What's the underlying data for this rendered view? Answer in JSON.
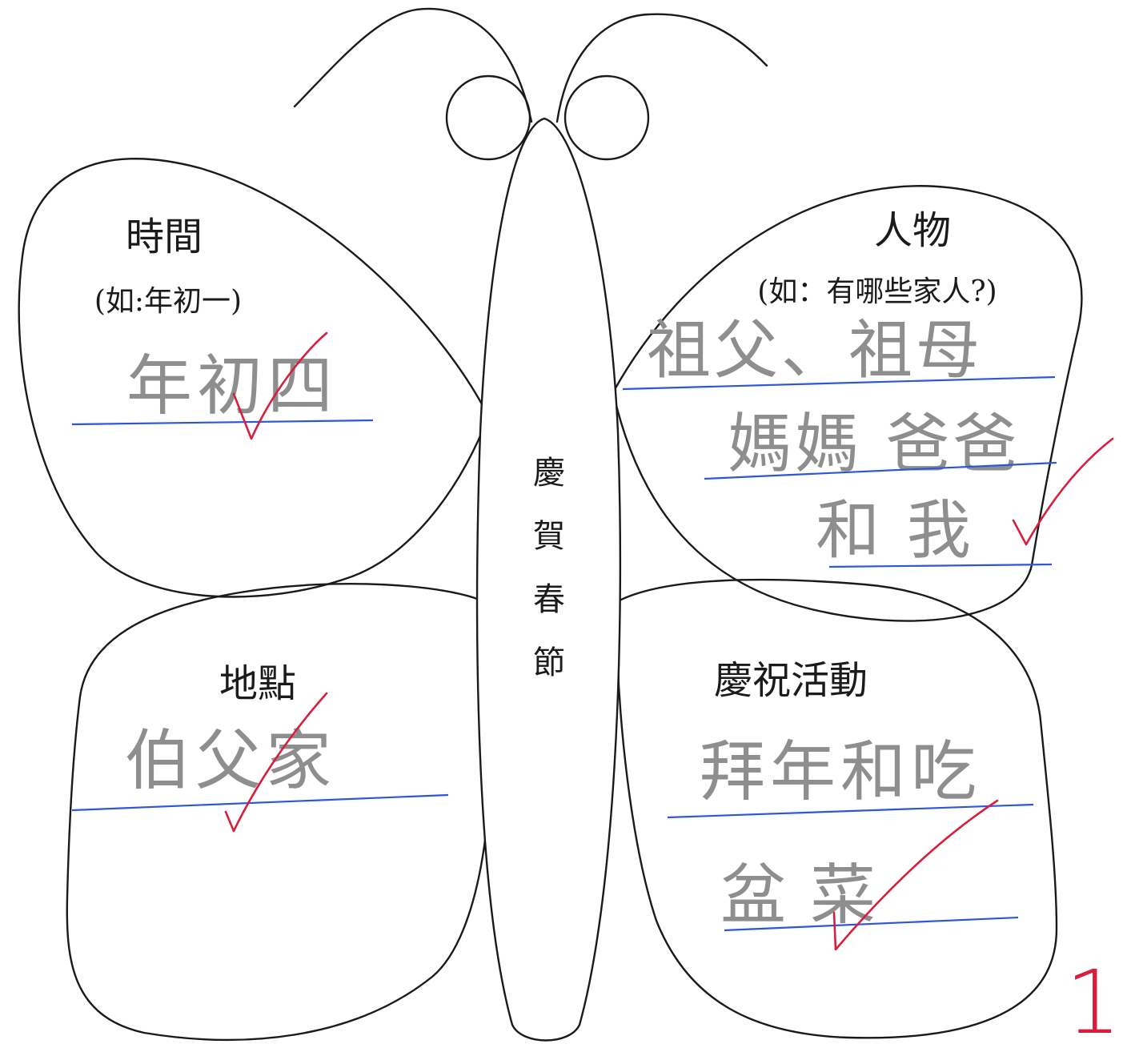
{
  "worksheet": {
    "center_title": [
      "慶",
      "賀",
      "春",
      "節"
    ],
    "time": {
      "heading": "時間",
      "hint": "(如:年初一)",
      "answer_lines": [
        "年初四"
      ]
    },
    "people": {
      "heading": "人物",
      "hint": "(如：有哪些家人?)",
      "answer_lines": [
        "祖父、祖母",
        "媽媽 爸爸",
        "和 我"
      ]
    },
    "place": {
      "heading": "地點",
      "answer_lines": [
        "伯父家"
      ]
    },
    "activities": {
      "heading": "慶祝活動",
      "answer_lines": [
        "拜年和吃",
        "盆菜"
      ]
    },
    "score_mark": "1"
  },
  "colors": {
    "outline": "#1a1a1a",
    "handwriting_pencil": "#8e8e8e",
    "ruled_line_blue": "#2d57d8",
    "teacher_red": "#d81e3c"
  },
  "icons": {
    "tick": "check-mark-icon"
  }
}
